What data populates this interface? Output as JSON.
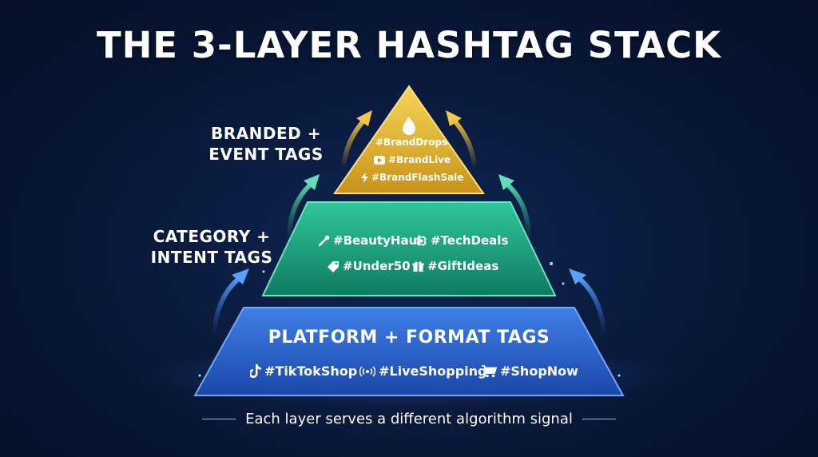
{
  "title": "THE 3-LAYER HASHTAG STACK",
  "colors": {
    "background": "#0a1a3c",
    "top_layer": "#e4b93a",
    "middle_layer": "#1fa57e",
    "bottom_layer": "#2a67d2",
    "arrows": "#4fd0c6"
  },
  "layers": {
    "top": {
      "side_label": [
        "BRANDED +",
        "EVENT TAGS"
      ],
      "tags": [
        {
          "icon": "drop-icon",
          "text": "#BrandDrops"
        },
        {
          "icon": "play-icon",
          "text": "#BrandLive"
        },
        {
          "icon": "lightning-icon",
          "text": "#BrandFlashSale"
        }
      ]
    },
    "middle": {
      "side_label": [
        "CATEGORY +",
        "INTENT TAGS"
      ],
      "tags": [
        {
          "icon": "brush-icon",
          "text": "#BeautyHaul"
        },
        {
          "icon": "chip-icon",
          "text": "#TechDeals"
        },
        {
          "icon": "price-tag-icon",
          "text": "#Under50"
        },
        {
          "icon": "gift-icon",
          "text": "#GiftIdeas"
        }
      ]
    },
    "bottom": {
      "title": "PLATFORM + FORMAT TAGS",
      "tags": [
        {
          "icon": "tiktok-icon",
          "text": "#TikTokShop"
        },
        {
          "icon": "broadcast-icon",
          "text": "#LiveShopping"
        },
        {
          "icon": "cart-icon",
          "text": "#ShopNow"
        }
      ]
    }
  },
  "footer": "Each layer serves a different algorithm signal"
}
